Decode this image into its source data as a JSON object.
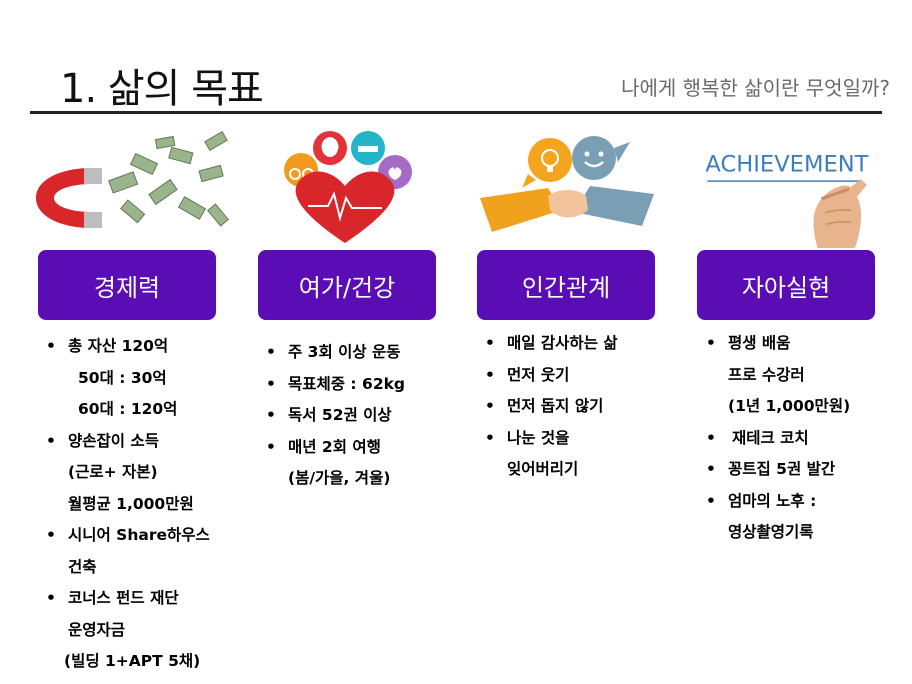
{
  "header": {
    "title": "1. 삶의 목표",
    "subtitle": "나에게 행복한 삶이란 무엇일까?"
  },
  "colors": {
    "box": "#5b0db5",
    "rule": "#222222"
  },
  "columns": [
    {
      "label": "경제력",
      "icon": "magnet-money-image",
      "lines": [
        "총 자산 120억",
        "50대 : 30억",
        "60대 : 120억",
        "양손잡이 소득",
        "(근로+ 자본)",
        "월평균 1,000만원",
        "시니어 Share하우스",
        "건축",
        "코너스 펀드 재단",
        "운영자금",
        "(빌딩 1+APT 5채)"
      ]
    },
    {
      "label": "여가/건강",
      "icon": "heart-health-image",
      "lines": [
        "주 3회 이상 운동",
        "목표체중 : 62kg",
        "독서 52권 이상",
        "매년 2회 여행",
        "(봄/가을, 겨울)"
      ]
    },
    {
      "label": "인간관계",
      "icon": "handshake-image",
      "lines": [
        "매일 감사하는 삶",
        "먼저 웃기",
        "먼저 돕지 않기",
        "나눈 것을",
        "잊어버리기"
      ]
    },
    {
      "label": "자아실현",
      "icon": "achievement-image",
      "image_text": "ACHIEVEMENT",
      "lines": [
        "평생 배움",
        "프로 수강러",
        "(1년 1,000만원)",
        "재테크 코치",
        "꽁트집 5권 발간",
        "엄마의 노후 :",
        "영상촬영기록"
      ]
    }
  ]
}
